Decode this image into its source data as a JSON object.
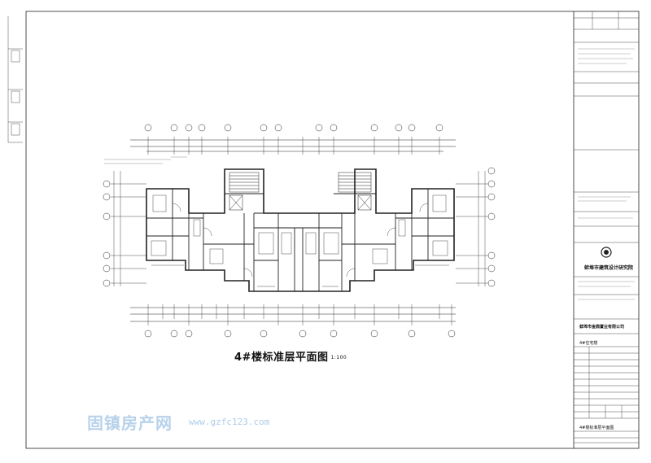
{
  "drawing": {
    "title": "4#楼标准层平面图",
    "scale": "1:100"
  },
  "watermark": {
    "brand": "固镇房产网",
    "url": "www.gzfc123.com"
  },
  "title_block": {
    "institute": "蚌埠市建筑设计研究院",
    "company": "蚌埠市金鼎置业有限公司",
    "project": "4#住宅楼",
    "drawing_name": "4#楼标准层平面图"
  },
  "colors": {
    "line": "#222222",
    "watermark": "#9fc3e4",
    "background": "#ffffff"
  }
}
